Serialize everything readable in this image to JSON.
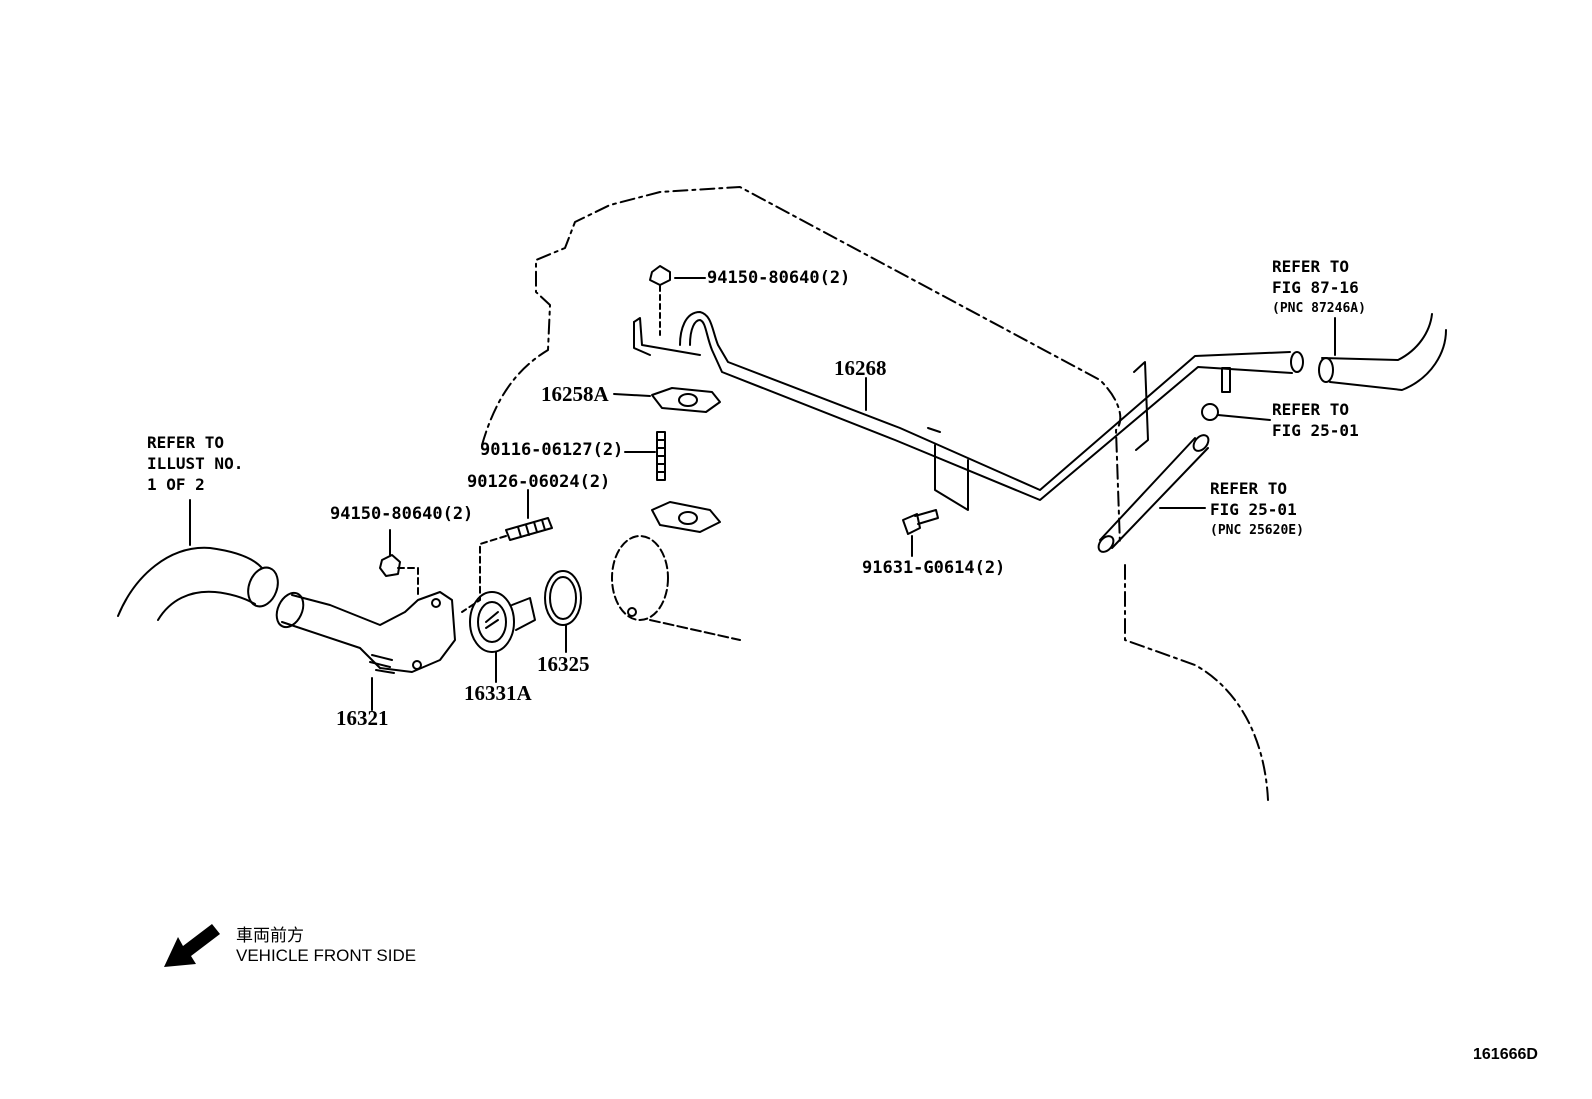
{
  "diagram": {
    "code": "161666D",
    "front_side": {
      "jp": "車両前方",
      "en": "VEHICLE FRONT SIDE"
    }
  },
  "labels": {
    "p94150_top": "94150-80640(2)",
    "p16268": "16268",
    "p16258A": "16258A",
    "p90116": "90116-06127(2)",
    "p90126": "90126-06024(2)",
    "p94150_left": "94150-80640(2)",
    "p91631": "91631-G0614(2)",
    "p16321": "16321",
    "p16331A": "16331A",
    "p16325": "16325"
  },
  "refs": {
    "illust": [
      "REFER TO",
      "ILLUST NO.",
      "1 OF 2"
    ],
    "fig87": [
      "REFER TO",
      "FIG 87-16",
      "(PNC 87246A)"
    ],
    "fig25a": [
      "REFER TO",
      "FIG 25-01"
    ],
    "fig25b": [
      "REFER TO",
      "FIG 25-01",
      "(PNC 25620E)"
    ]
  }
}
